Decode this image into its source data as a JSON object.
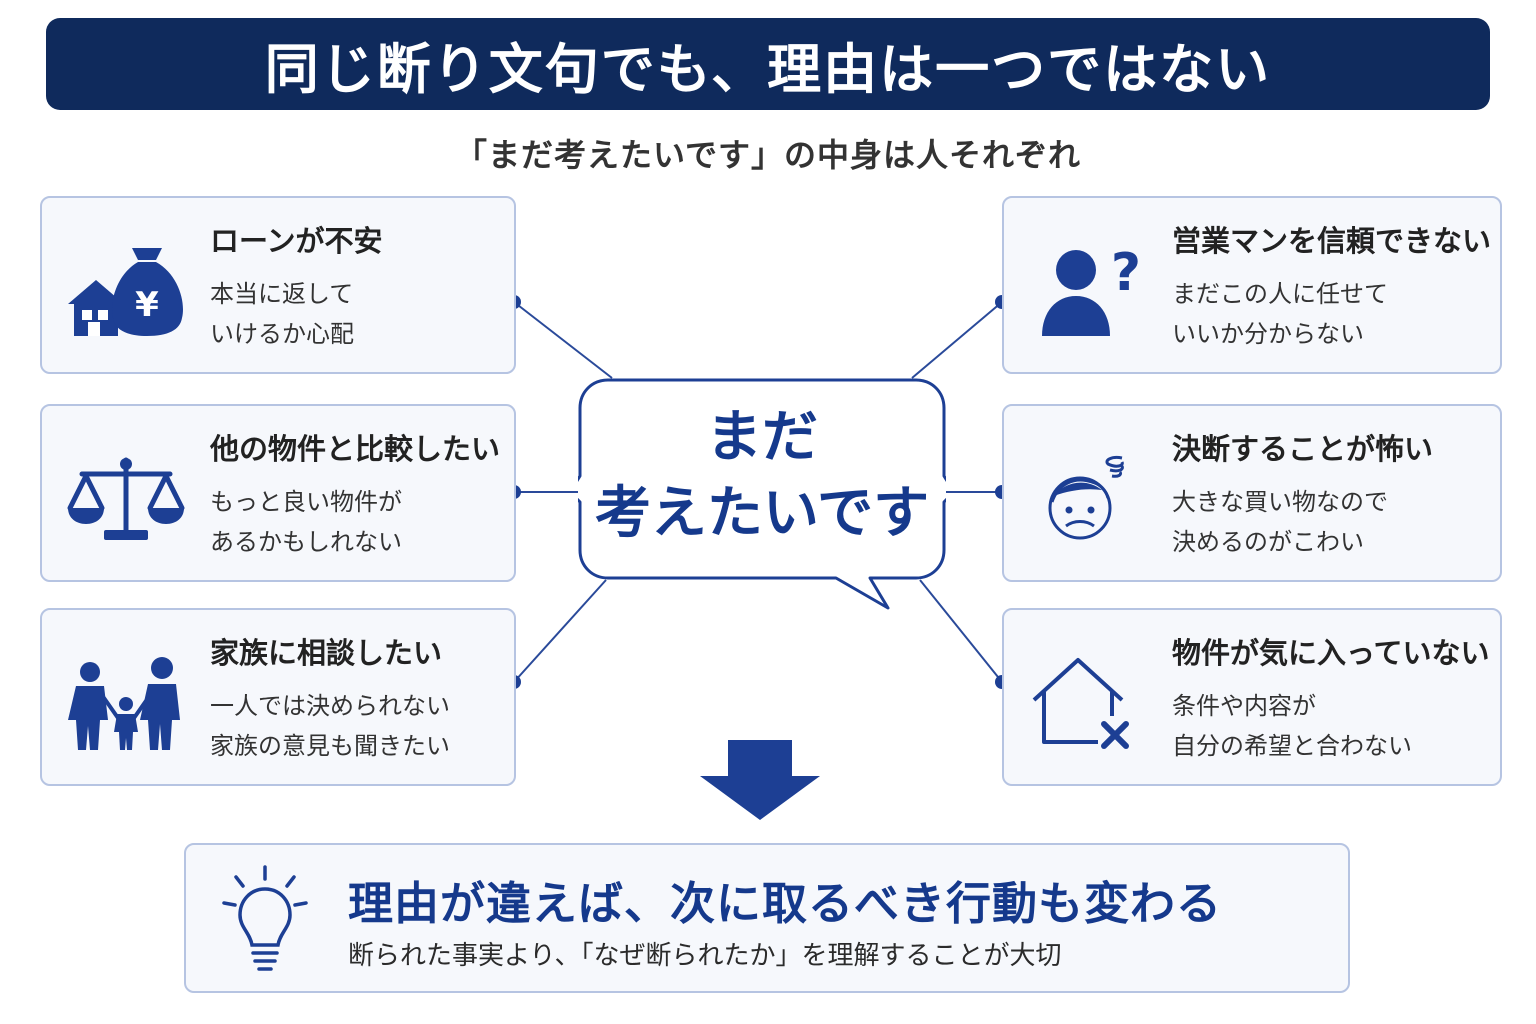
{
  "header": {
    "title": "同じ断り文句でも、理由は一つではない",
    "subtitle": "「まだ考えたいです」の中身は人それぞれ"
  },
  "center": {
    "line1": "まだ",
    "line2": "考えたいです"
  },
  "reasons": [
    {
      "title": "ローンが不安",
      "desc1": "本当に返して",
      "desc2": "いけるか心配",
      "icon": "house-money-bag-icon"
    },
    {
      "title": "他の物件と比較したい",
      "desc1": "もっと良い物件が",
      "desc2": "あるかもしれない",
      "icon": "balance-scale-icon"
    },
    {
      "title": "家族に相談したい",
      "desc1": "一人では決められない",
      "desc2": "家族の意見も聞きたい",
      "icon": "family-icon"
    },
    {
      "title": "営業マンを信頼できない",
      "desc1": "まだこの人に任せて",
      "desc2": "いいか分からない",
      "icon": "person-question-icon"
    },
    {
      "title": "決断することが怖い",
      "desc1": "大きな買い物なので",
      "desc2": "決めるのがこわい",
      "icon": "worried-face-icon"
    },
    {
      "title": "物件が気に入っていない",
      "desc1": "条件や内容が",
      "desc2": "自分の希望と合わない",
      "icon": "house-x-icon"
    }
  ],
  "conclusion": {
    "main": "理由が違えば、次に取るべき行動も変わる",
    "sub": "断られた事実より、「なぜ断られたか」を理解することが大切",
    "icon": "lightbulb-icon"
  },
  "colors": {
    "navy": "#0f2a5c",
    "accent": "#15398c",
    "card_border": "#b6c4e2",
    "card_bg": "#f6f8fc"
  }
}
